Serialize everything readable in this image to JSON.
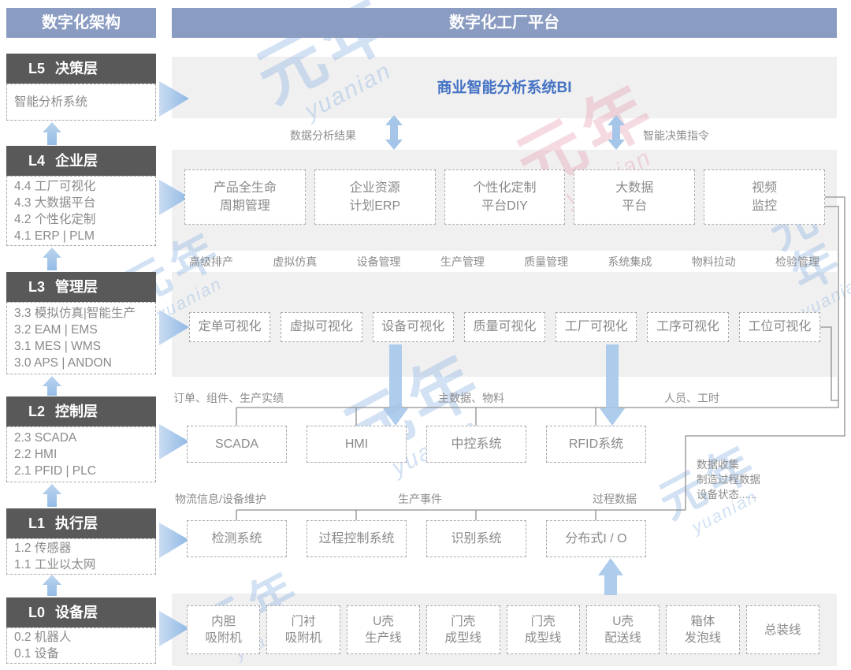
{
  "titles": {
    "sidebar": "数字化架构",
    "main": "数字化工厂平台"
  },
  "sidebar": {
    "layers": [
      {
        "id": "L5",
        "name": "决策层",
        "items": [
          "智能分析系统"
        ]
      },
      {
        "id": "L4",
        "name": "企业层",
        "items": [
          "4.4 工厂可视化",
          "4.3 大数据平台",
          "4.2 个性化定制",
          "4.1 ERP | PLM"
        ]
      },
      {
        "id": "L3",
        "name": "管理层",
        "items": [
          "3.3 模拟仿真|智能生产",
          "3.2 EAM | EMS",
          "3.1 MES | WMS",
          "3.0 APS | ANDON"
        ]
      },
      {
        "id": "L2",
        "name": "控制层",
        "items": [
          "2.3 SCADA",
          "2.2 HMI",
          "2.1 PFID | PLC"
        ]
      },
      {
        "id": "L1",
        "name": "执行层",
        "items": [
          "1.2 传感器",
          "1.1 工业以太网"
        ]
      },
      {
        "id": "L0",
        "name": "设备层",
        "items": [
          "0.2 机器人",
          "0.1 设备"
        ]
      }
    ]
  },
  "main": {
    "bi_label": "商业智能分析系统BI",
    "flow_left": "数据分析结果",
    "flow_right": "智能决策指令",
    "enterprise_row": [
      [
        "产品全生命",
        "周期管理"
      ],
      [
        "企业资源",
        "计划ERP"
      ],
      [
        "个性化定制",
        "平台DIY"
      ],
      [
        "大数据",
        "平台"
      ],
      [
        "视频",
        "监控"
      ]
    ],
    "function_labels": [
      "高级排产",
      "虚拟仿真",
      "设备管理",
      "生产管理",
      "质量管理",
      "系统集成",
      "物料拉动",
      "检验管理"
    ],
    "viz_row": [
      "定单可视化",
      "虚拟可视化",
      "设备可视化",
      "质量可视化",
      "工厂可视化",
      "工序可视化",
      "工位可视化"
    ],
    "io_labels_top": [
      "订单、组件、生产实绩",
      "主数据、物料",
      "人员、工时"
    ],
    "control_row": [
      "SCADA",
      "HMI",
      "中控系统",
      "RFID系统"
    ],
    "io_labels_mid": [
      "物流信息/设备维护",
      "生产事件",
      "过程数据"
    ],
    "collect_note": [
      "数据收集",
      "制造过程数据",
      "设备状态......"
    ],
    "exec_row": [
      "检测系统",
      "过程控制系统",
      "识别系统",
      "分布式I / O"
    ],
    "device_row": [
      [
        "内胆",
        "吸附机"
      ],
      [
        "门衬",
        "吸附机"
      ],
      [
        "U壳",
        "生产线"
      ],
      [
        "门壳",
        "成型线"
      ],
      [
        "门壳",
        "成型线"
      ],
      [
        "U壳",
        "配送线"
      ],
      [
        "箱体",
        "发泡线"
      ],
      [
        "总装线"
      ]
    ]
  },
  "watermark": {
    "cn": "元年",
    "en": "yuanian"
  },
  "colors": {
    "header_blue": "#8b9cc2",
    "layer_header_dark": "#595959",
    "band_gray": "#f0f0f0",
    "accent_blue": "#4472c4",
    "arrow_blue": "#a9c7e9",
    "line_gray": "#8f8f8f"
  }
}
